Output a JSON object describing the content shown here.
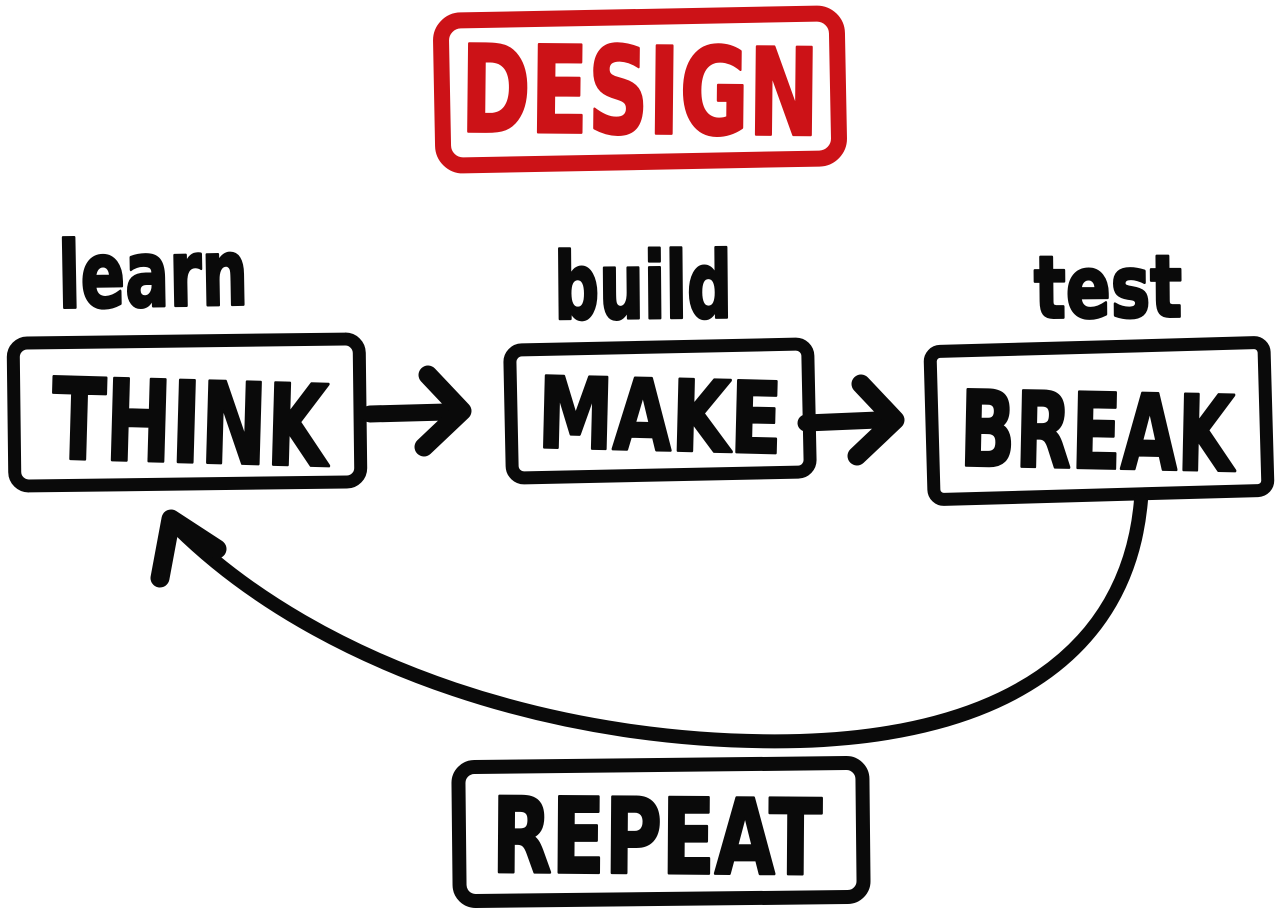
{
  "diagram": {
    "header": {
      "label": "DESIGN"
    },
    "nodes": [
      {
        "label": "THINK",
        "annotation": "learn"
      },
      {
        "label": "MAKE",
        "annotation": "build"
      },
      {
        "label": "BREAK",
        "annotation": "test"
      },
      {
        "label": "REPEAT",
        "annotation": ""
      }
    ],
    "arrows": [
      {
        "from": "THINK",
        "to": "MAKE",
        "style": "straight"
      },
      {
        "from": "MAKE",
        "to": "BREAK",
        "style": "straight"
      },
      {
        "from": "BREAK",
        "to": "THINK",
        "style": "loop"
      }
    ],
    "colors": {
      "ink": "#0a0a0a",
      "accent": "#cc1217",
      "background": "#ffffff"
    }
  }
}
